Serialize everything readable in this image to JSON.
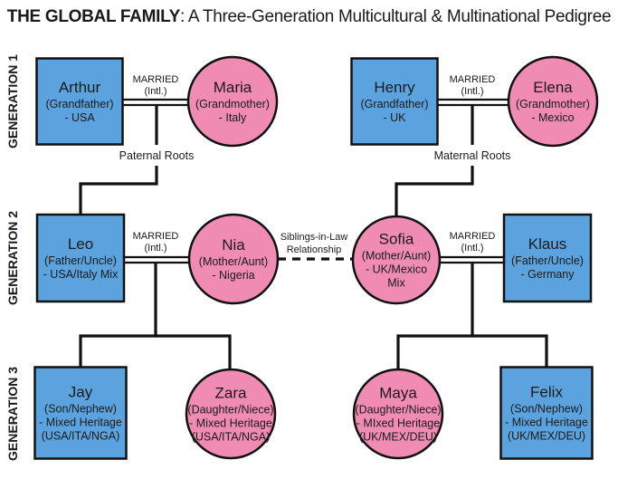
{
  "title": {
    "bold": "THE GLOBAL FAMILY",
    "rest": ": A Three-Generation Multicultural & Multinational Pedigree"
  },
  "colors": {
    "male": "#5BA3DE",
    "female": "#F08CB4",
    "line": "#111111"
  },
  "generations": [
    {
      "label": "GENERATION 1"
    },
    {
      "label": "GENERATION 2"
    },
    {
      "label": "GENERATION 3"
    }
  ],
  "people": {
    "arthur": {
      "name": "Arthur",
      "lines": [
        "(Grandfather)",
        "- USA"
      ],
      "shape": "square"
    },
    "maria": {
      "name": "Maria",
      "lines": [
        "(Grandmother)",
        "- Italy"
      ],
      "shape": "circle"
    },
    "henry": {
      "name": "Henry",
      "lines": [
        "(Grandfather)",
        "- UK"
      ],
      "shape": "square"
    },
    "elena": {
      "name": "Elena",
      "lines": [
        "(Grandmother)",
        "- Mexico"
      ],
      "shape": "circle"
    },
    "leo": {
      "name": "Leo",
      "lines": [
        "(Father/Uncle)",
        "- USA/Italy Mix"
      ],
      "shape": "square"
    },
    "nia": {
      "name": "Nia",
      "lines": [
        "(Mother/Aunt)",
        "- Nigeria"
      ],
      "shape": "circle"
    },
    "sofia": {
      "name": "Sofia",
      "lines": [
        "(Mother/Aunt)",
        "- UK/Mexico",
        "Mix"
      ],
      "shape": "circle"
    },
    "klaus": {
      "name": "Klaus",
      "lines": [
        "(Father/Uncle)",
        "- Germany"
      ],
      "shape": "square"
    },
    "jay": {
      "name": "Jay",
      "lines": [
        "(Son/Nephew)",
        "- Mixed Heritage",
        "(USA/ITA/NGA)"
      ],
      "shape": "square"
    },
    "zara": {
      "name": "Zara",
      "lines": [
        "(Daughter/Niece)",
        "- Mixed Heritage",
        "(USA/ITA/NGA)"
      ],
      "shape": "circle"
    },
    "maya": {
      "name": "Maya",
      "lines": [
        "(Daughter/Niece)",
        "- MIxed Heritage",
        "(UK/MEX/DEU)"
      ],
      "shape": "circle"
    },
    "felix": {
      "name": "Felix",
      "lines": [
        "(Son/Nephew)",
        "- Mixed Heritage",
        "(UK/MEX/DEU)"
      ],
      "shape": "square"
    }
  },
  "relationships": {
    "married_label_1": "MARRIED",
    "married_label_2": "(Intl.)",
    "paternal_roots": "Paternal Roots",
    "maternal_roots": "Maternal Roots",
    "siblings_in_law_1": "Siblings-in-Law",
    "siblings_in_law_2": "Relationship"
  }
}
